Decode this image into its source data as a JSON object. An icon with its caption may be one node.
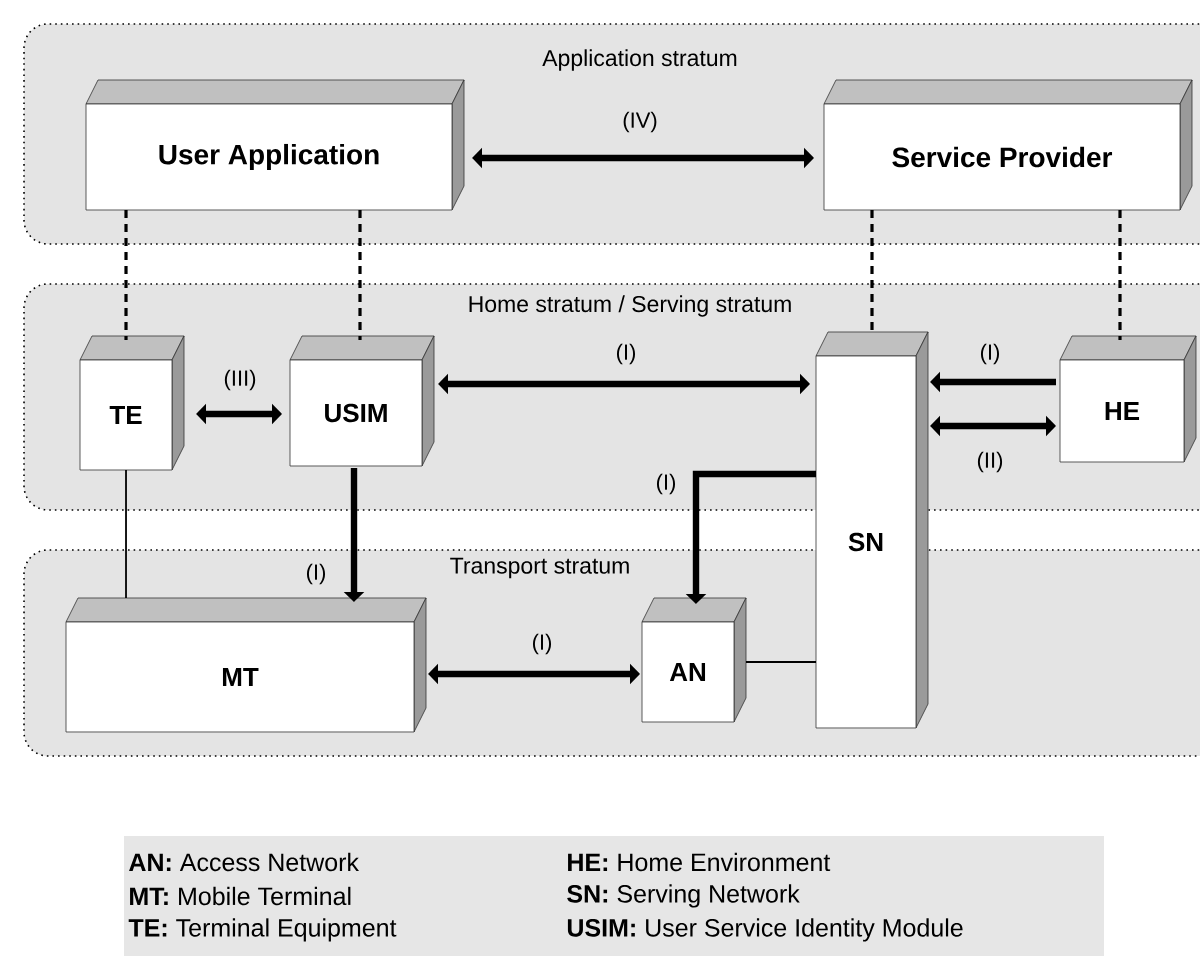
{
  "diagram": {
    "nodes": [
      {
        "text": [
          "Application stratum"
        ]
      },
      {
        "text": [
          "User Application"
        ],
        "in": 0
      },
      {
        "text": [
          "Service Provider"
        ],
        "in": 0
      },
      {
        "text": [
          "Home stratum / Serving stratum"
        ]
      },
      {
        "text": [
          "TE"
        ],
        "in": 3
      },
      {
        "text": [
          "USIM"
        ],
        "in": 3
      },
      {
        "text": [
          "SN"
        ]
      },
      {
        "text": [
          "HE"
        ],
        "in": 3
      },
      {
        "text": [
          "Transport stratum"
        ]
      },
      {
        "text": [
          "MT"
        ],
        "in": 8
      },
      {
        "text": [
          "AN"
        ],
        "in": 8
      }
    ],
    "edges": [
      {
        "from": 1,
        "to": 2,
        "arrow": "both",
        "label": "(IV)"
      },
      {
        "from": 1,
        "to": 4,
        "arrow": "none",
        "style": "dashed"
      },
      {
        "from": 1,
        "to": 5,
        "arrow": "none",
        "style": "dashed"
      },
      {
        "from": 2,
        "to": 6,
        "arrow": "none",
        "style": "dashed"
      },
      {
        "from": 2,
        "to": 7,
        "arrow": "none",
        "style": "dashed"
      },
      {
        "from": 4,
        "to": 5,
        "arrow": "both",
        "label": "(III)"
      },
      {
        "from": 5,
        "to": 6,
        "arrow": "both",
        "label": "(I)"
      },
      {
        "from": 7,
        "to": 6,
        "arrow": "to",
        "label": "(I)"
      },
      {
        "from": 6,
        "to": 7,
        "arrow": "both",
        "label": "(II)"
      },
      {
        "from": 6,
        "to": 10,
        "arrow": "to",
        "label": "(I)"
      },
      {
        "from": 5,
        "to": 9,
        "arrow": "to",
        "label": "(I)"
      },
      {
        "from": 4,
        "to": 9,
        "arrow": "none"
      },
      {
        "from": 9,
        "to": 10,
        "arrow": "both",
        "label": "(I)"
      },
      {
        "from": 10,
        "to": 6,
        "arrow": "none"
      }
    ],
    "labels": [
      "**AN:** Access Network",
      "**HE:** Home Environment",
      "**MT:** Mobile Terminal",
      "**SN:** Serving Network",
      "**TE:** Terminal Equipment",
      "**USIM:** User Service Identity Module"
    ]
  }
}
